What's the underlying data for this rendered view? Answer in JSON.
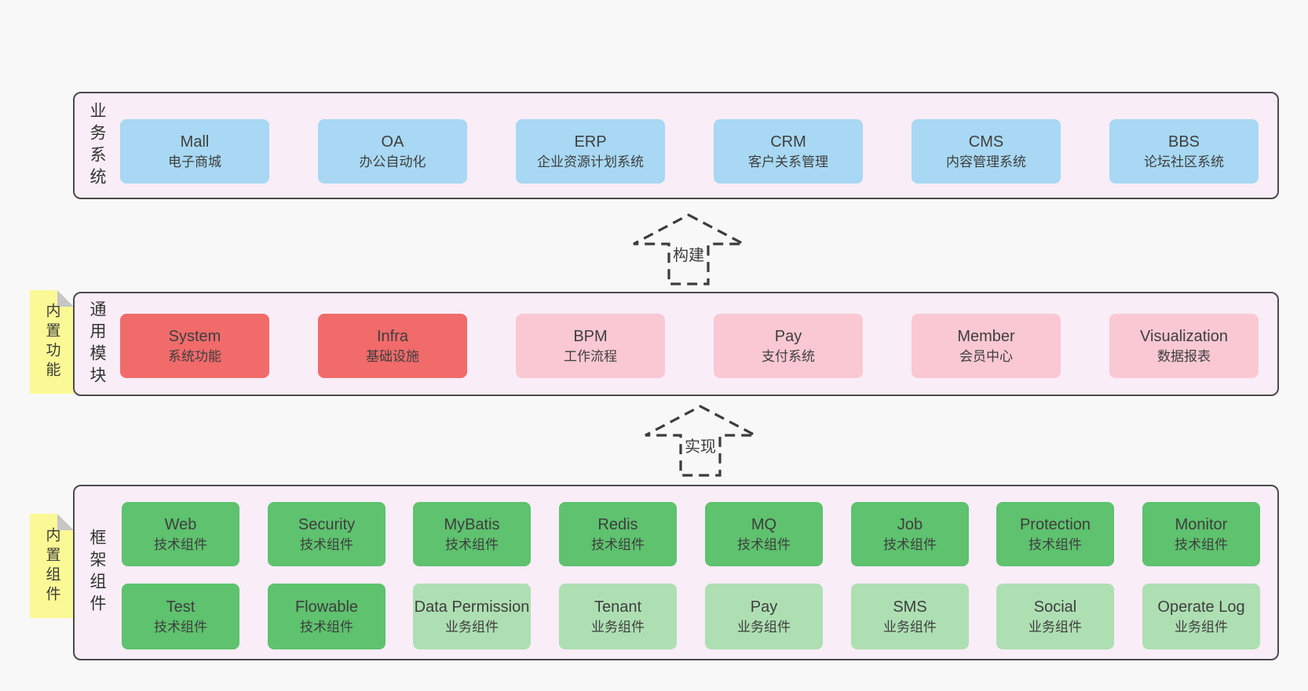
{
  "colors": {
    "page_bg": "#f8f8f8",
    "band_bg": "#f9edf7",
    "band_border": "#4a4a4c",
    "blue": "#a8d8f3",
    "red": "#f16b6b",
    "pink": "#f9c8d3",
    "green": "#5ec26e",
    "light_green": "#aedfb3",
    "sticky_yellow": "#fbf995",
    "sticky_fold_gray": "#c6c6c6",
    "arrow_stroke": "#3c3c3c",
    "text": "#3e3e3e"
  },
  "bands": [
    {
      "label": "业务系统",
      "boxes": [
        {
          "title": "Mall",
          "subtitle": "电子商城",
          "variant": "blue"
        },
        {
          "title": "OA",
          "subtitle": "办公自动化",
          "variant": "blue"
        },
        {
          "title": "ERP",
          "subtitle": "企业资源计划系统",
          "variant": "blue"
        },
        {
          "title": "CRM",
          "subtitle": "客户关系管理",
          "variant": "blue"
        },
        {
          "title": "CMS",
          "subtitle": "内容管理系统",
          "variant": "blue"
        },
        {
          "title": "BBS",
          "subtitle": "论坛社区系统",
          "variant": "blue"
        }
      ]
    },
    {
      "label": "通用模块",
      "sticky": "内置功能",
      "boxes": [
        {
          "title": "System",
          "subtitle": "系统功能",
          "variant": "red"
        },
        {
          "title": "Infra",
          "subtitle": "基础设施",
          "variant": "red"
        },
        {
          "title": "BPM",
          "subtitle": "工作流程",
          "variant": "pink"
        },
        {
          "title": "Pay",
          "subtitle": "支付系统",
          "variant": "pink"
        },
        {
          "title": "Member",
          "subtitle": "会员中心",
          "variant": "pink"
        },
        {
          "title": "Visualization",
          "subtitle": "数据报表",
          "variant": "pink"
        }
      ]
    },
    {
      "label": "框架组件",
      "sticky": "内置组件",
      "rows": [
        [
          {
            "title": "Web",
            "subtitle": "技术组件",
            "variant": "green"
          },
          {
            "title": "Security",
            "subtitle": "技术组件",
            "variant": "green"
          },
          {
            "title": "MyBatis",
            "subtitle": "技术组件",
            "variant": "green"
          },
          {
            "title": "Redis",
            "subtitle": "技术组件",
            "variant": "green"
          },
          {
            "title": "MQ",
            "subtitle": "技术组件",
            "variant": "green"
          },
          {
            "title": "Job",
            "subtitle": "技术组件",
            "variant": "green"
          },
          {
            "title": "Protection",
            "subtitle": "技术组件",
            "variant": "green"
          },
          {
            "title": "Monitor",
            "subtitle": "技术组件",
            "variant": "green"
          }
        ],
        [
          {
            "title": "Test",
            "subtitle": "技术组件",
            "variant": "green"
          },
          {
            "title": "Flowable",
            "subtitle": "技术组件",
            "variant": "green"
          },
          {
            "title": "Data Permission",
            "subtitle": "业务组件",
            "variant": "lgreen"
          },
          {
            "title": "Tenant",
            "subtitle": "业务组件",
            "variant": "lgreen"
          },
          {
            "title": "Pay",
            "subtitle": "业务组件",
            "variant": "lgreen"
          },
          {
            "title": "SMS",
            "subtitle": "业务组件",
            "variant": "lgreen"
          },
          {
            "title": "Social",
            "subtitle": "业务组件",
            "variant": "lgreen"
          },
          {
            "title": "Operate Log",
            "subtitle": "业务组件",
            "variant": "lgreen"
          }
        ]
      ]
    }
  ],
  "arrows": [
    {
      "label": "构建"
    },
    {
      "label": "实现"
    }
  ]
}
